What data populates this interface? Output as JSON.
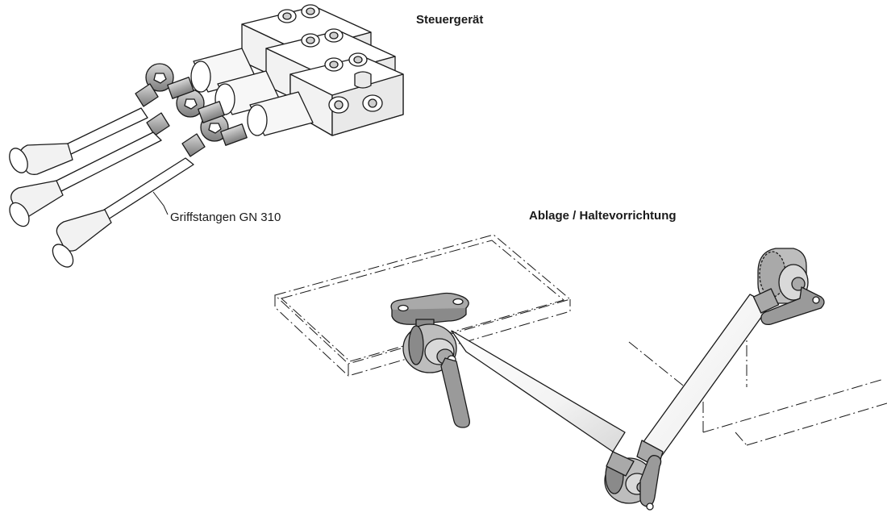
{
  "labels": {
    "control_unit": "Steuergerät",
    "handle_rods": "Griffstangen GN 310",
    "holder": "Ablage / Haltevorrichtung"
  },
  "colors": {
    "line": "#1a1a1a",
    "metal_dark": "#8a8a8a",
    "metal_mid": "#b8b8b8",
    "metal_light": "#e6e6e6",
    "grip": "#f2f2f2",
    "background": "#ffffff"
  }
}
